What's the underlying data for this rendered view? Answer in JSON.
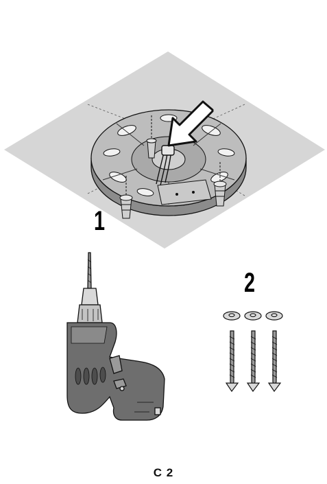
{
  "steps": [
    {
      "number": "1"
    },
    {
      "number": "2"
    }
  ],
  "page_code": "C 2",
  "colors": {
    "ceiling": "#d6d6d6",
    "plate": "#b9b9b9",
    "plate_dark": "#8c8c8c",
    "drill_body": "#6e6e6e",
    "drill_chuck": "#c8c8c8",
    "outline": "#111111"
  },
  "icons": [
    "mounting-plate",
    "wall-plug",
    "cable-bundle",
    "arrow",
    "drill",
    "screw",
    "washer"
  ]
}
